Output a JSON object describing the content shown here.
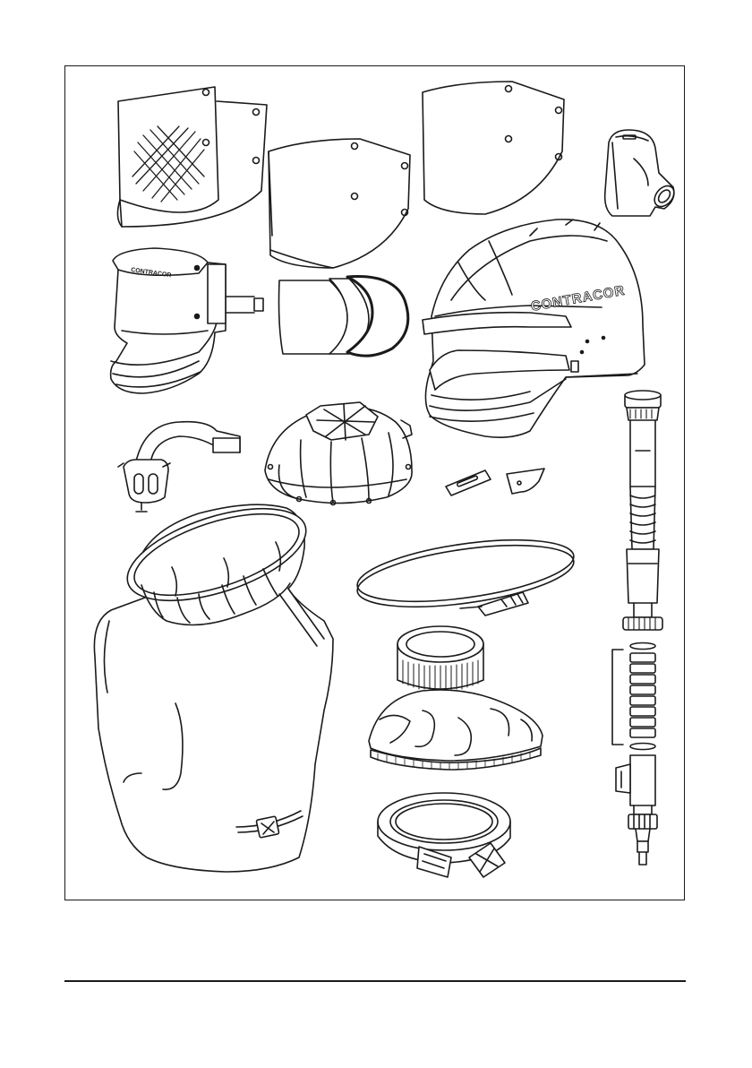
{
  "page": {
    "brand_text": "CONTRACOR",
    "colors": {
      "ink": "#1a1a1a",
      "paper": "#ffffff"
    }
  },
  "parts": [
    {
      "id": "visor-crosshatched",
      "icon": "visor-icon"
    },
    {
      "id": "visor-plain-left",
      "icon": "visor-icon"
    },
    {
      "id": "visor-plain-right",
      "icon": "visor-icon"
    },
    {
      "id": "air-inlet-elbow",
      "icon": "elbow-connector-icon"
    },
    {
      "id": "visor-frame",
      "icon": "visor-frame-icon",
      "label": "CONTRACOR"
    },
    {
      "id": "lens-set",
      "icon": "lens-icon"
    },
    {
      "id": "helmet",
      "icon": "helmet-icon",
      "label": "CONTRACOR"
    },
    {
      "id": "headband",
      "icon": "headband-icon"
    },
    {
      "id": "head-harness",
      "icon": "harness-icon"
    },
    {
      "id": "clips",
      "icon": "clip-icon"
    },
    {
      "id": "air-hose",
      "icon": "hose-icon"
    },
    {
      "id": "cape",
      "icon": "cape-icon"
    },
    {
      "id": "hose-clamp",
      "icon": "clamp-icon"
    },
    {
      "id": "neck-seal",
      "icon": "neck-seal-icon"
    },
    {
      "id": "waist-belt",
      "icon": "belt-icon"
    }
  ]
}
